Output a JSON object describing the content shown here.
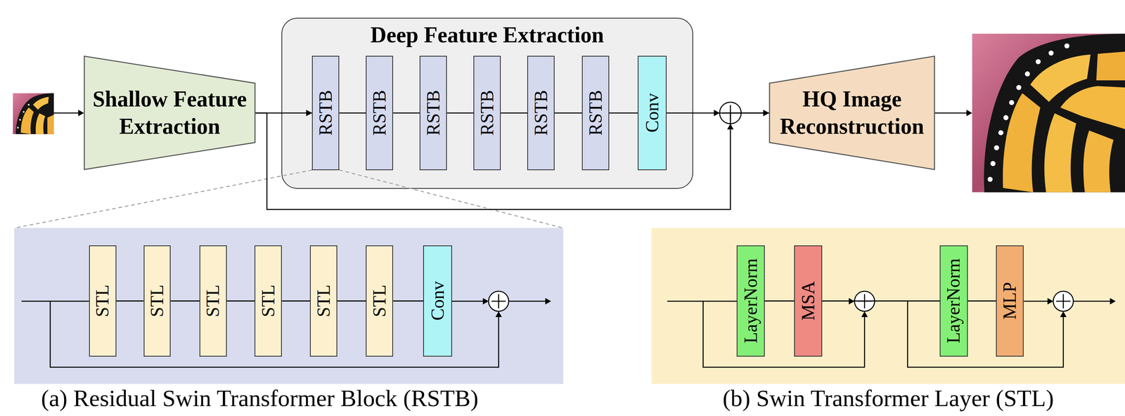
{
  "diagram": {
    "nodes": [
      {
        "text": [
          "Shallow Feature Extraction"
        ]
      },
      {
        "text": [
          "Deep Feature Extraction"
        ]
      },
      {
        "text": [
          "RSTB"
        ],
        "in": 1
      },
      {
        "text": [
          "RSTB"
        ],
        "in": 1
      },
      {
        "text": [
          "RSTB"
        ],
        "in": 1
      },
      {
        "text": [
          "RSTB"
        ],
        "in": 1
      },
      {
        "text": [
          "RSTB"
        ],
        "in": 1
      },
      {
        "text": [
          "RSTB"
        ],
        "in": 1
      },
      {
        "text": [
          "Conv"
        ],
        "in": 1
      },
      {
        "text": [
          "HQ Image Reconstruction"
        ]
      },
      {
        "text": [
          "(a) Residual Swin Transformer Block (RSTB)"
        ]
      },
      {
        "text": [
          "STL"
        ],
        "in": 10
      },
      {
        "text": [
          "STL"
        ],
        "in": 10
      },
      {
        "text": [
          "STL"
        ],
        "in": 10
      },
      {
        "text": [
          "STL"
        ],
        "in": 10
      },
      {
        "text": [
          "STL"
        ],
        "in": 10
      },
      {
        "text": [
          "STL"
        ],
        "in": 10
      },
      {
        "text": [
          "Conv"
        ],
        "in": 10
      },
      {
        "text": [
          "(b) Swin Transformer Layer (STL)"
        ]
      },
      {
        "text": [
          "LayerNorm"
        ],
        "in": 18
      },
      {
        "text": [
          "MSA"
        ],
        "in": 18
      },
      {
        "text": [
          "LayerNorm"
        ],
        "in": 18
      },
      {
        "text": [
          "MLP"
        ],
        "in": 18
      }
    ],
    "edges": [
      {
        "from": 0,
        "to": 2,
        "arrow": "to"
      },
      {
        "from": 2,
        "to": 3,
        "arrow": "none"
      },
      {
        "from": 3,
        "to": 4,
        "arrow": "none"
      },
      {
        "from": 4,
        "to": 5,
        "arrow": "none"
      },
      {
        "from": 5,
        "to": 6,
        "arrow": "none"
      },
      {
        "from": 6,
        "to": 7,
        "arrow": "none"
      },
      {
        "from": 7,
        "to": 8,
        "arrow": "none"
      },
      {
        "from": 8,
        "to": 9,
        "arrow": "to"
      },
      {
        "from": 0,
        "to": 9,
        "arrow": "to"
      },
      {
        "from": 11,
        "to": 12,
        "arrow": "none"
      },
      {
        "from": 12,
        "to": 13,
        "arrow": "none"
      },
      {
        "from": 13,
        "to": 14,
        "arrow": "none"
      },
      {
        "from": 14,
        "to": 15,
        "arrow": "none"
      },
      {
        "from": 15,
        "to": 16,
        "arrow": "none"
      },
      {
        "from": 16,
        "to": 17,
        "arrow": "none"
      },
      {
        "from": 19,
        "to": 20,
        "arrow": "none"
      },
      {
        "from": 20,
        "to": 21,
        "arrow": "none"
      },
      {
        "from": 21,
        "to": 22,
        "arrow": "none"
      }
    ]
  }
}
